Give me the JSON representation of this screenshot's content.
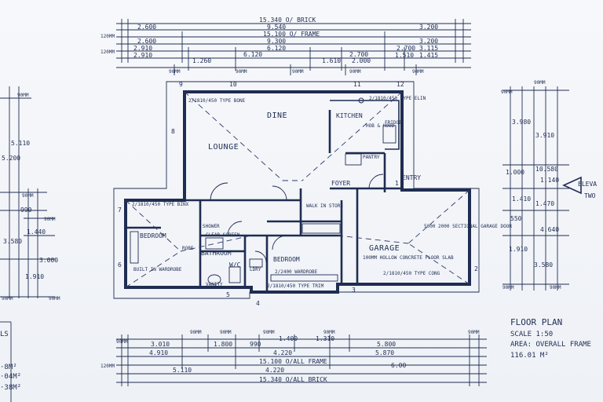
{
  "top_dims": {
    "row1": "15.340 O/ BRICK",
    "row2_left": "2.600",
    "row2_mid": "9.540",
    "row2_right": "3.200",
    "row3": "15.100 O/ FRAME",
    "row4_left": "2.600",
    "row4_mid": "9.300",
    "row4_right": "3.200",
    "row5": [
      "2.910",
      "1.260",
      "6.120",
      "1.610",
      "2.700",
      "2.000",
      "1.510",
      "1.415",
      "3.115"
    ],
    "side_tag": "120MM",
    "markers": [
      "90MM",
      "90MM",
      "90MM",
      "90MM",
      "90MM"
    ]
  },
  "grid_numbers": [
    "9",
    "10",
    "11",
    "12",
    "8",
    "7",
    "6",
    "5",
    "4",
    "3",
    "2",
    "1"
  ],
  "rooms": {
    "dine": "DINE",
    "lounge": "LOUNGE",
    "kitchen": "KITCHEN",
    "foyer": "FOYER",
    "entry": "ENTRY",
    "garage": "GARAGE",
    "bedroom1": "BEDROOM",
    "bedroom2": "BEDROOM",
    "bathroom": "BATHROOM",
    "wc": "W/C",
    "pantry": "PANTRY",
    "walkin": "WALK IN STORE",
    "shower": "SHOWER",
    "laundry": "LDRY"
  },
  "notes": {
    "window_top": "2/1810/450 TYPE BONE",
    "window_kitchen": "2/1810/450 TYPE ELIN",
    "window_bed": "2/1810/450 TYPE BINX",
    "garage_door": "5000 2000 SECTIONAL GARAGE DOOR",
    "garage_floor": "100MM HOLLOW CONCRETE FLOOR SLAB",
    "garage_window": "2/1810/450 TYPE CONG",
    "bed2_window": "2/1810/450 TYPE TRIM",
    "hob": "HOB & HOOD",
    "fridge": "FRIDGE",
    "robe": "ROBE",
    "built_in": "BUILT IN WARDROBE",
    "vanity": "VANITY",
    "shower_screen": "CLEAR SCREEN",
    "wardrobe": "2/2400 WARDROBE"
  },
  "left_dims": {
    "top": "90MM",
    "v1": "5.110",
    "v2": "5.200",
    "v3": "990",
    "v4": "1.440",
    "v5": "3.580",
    "v6": "3.000",
    "v7": "1.910",
    "v8": "90MM",
    "v9": "90MM",
    "v10": "90MM",
    "v11": "90MM"
  },
  "right_dims": {
    "top": "90MM",
    "v1": "3.980",
    "v2": "3.910",
    "v3": "1.000",
    "v4": "1.140",
    "v5": "1.410",
    "v6": "1.470",
    "v7": "550",
    "v8": "4.640",
    "v9": "1.910",
    "v10": "3.580",
    "v11": "10.580",
    "v12": "90MM",
    "v13": "90MM",
    "v14": "90MM",
    "elevation": "ELEVA",
    "two": "TWO"
  },
  "bottom_dims": {
    "row1": [
      "3.010",
      "1.800",
      "990",
      "1.400",
      "1.310",
      "5.800"
    ],
    "row2": [
      "4.910",
      "4.220",
      "5.870"
    ],
    "row3_text": "15.100 O/ALL FRAME",
    "row4_left": "5.110",
    "row4_mid": "4.220",
    "row4_right": "6.00",
    "row5_text": "15.340 O/ALL BRICK",
    "side_tag": "120MM",
    "markers": [
      "90MM",
      "90MM",
      "90MM",
      "90MM",
      "90MM",
      "90MM"
    ]
  },
  "title_block": {
    "line1": "FLOOR PLAN",
    "line2": "SCALE 1:50",
    "line3": "AREA: OVERALL FRAME",
    "line4": "116.01 M²"
  },
  "left_area": {
    "l1": "LS",
    "l2": "·8M²",
    "l3": "·04M²",
    "l4": "·38M²"
  },
  "colors": {
    "ink": "#1f2d52",
    "paper": "#f3f5f8"
  }
}
